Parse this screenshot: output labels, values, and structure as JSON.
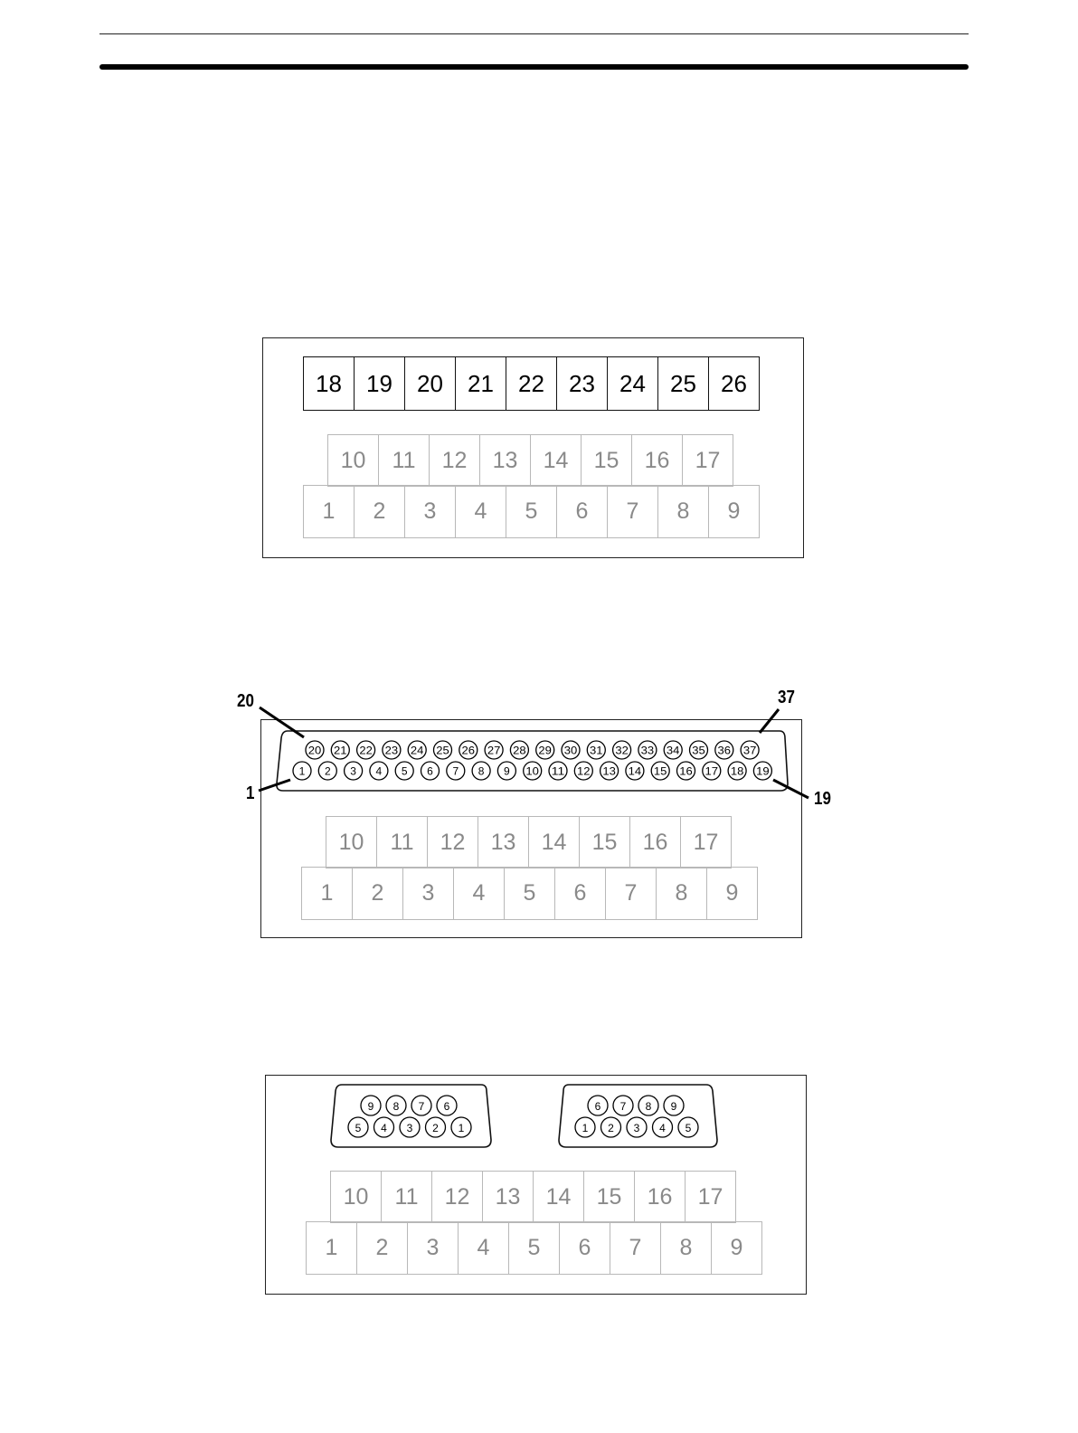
{
  "panel1": {
    "numbers": [
      "18",
      "19",
      "20",
      "21",
      "22",
      "23",
      "24",
      "25",
      "26"
    ],
    "top_row": [
      "10",
      "11",
      "12",
      "13",
      "14",
      "15",
      "16",
      "17"
    ],
    "bottom_row": [
      "1",
      "2",
      "3",
      "4",
      "5",
      "6",
      "7",
      "8",
      "9"
    ]
  },
  "panel2": {
    "connector": {
      "upper_pins": [
        "20",
        "21",
        "22",
        "23",
        "24",
        "25",
        "26",
        "27",
        "28",
        "29",
        "30",
        "31",
        "32",
        "33",
        "34",
        "35",
        "36",
        "37"
      ],
      "lower_pins": [
        "1",
        "2",
        "3",
        "4",
        "5",
        "6",
        "7",
        "8",
        "9",
        "10",
        "11",
        "12",
        "13",
        "14",
        "15",
        "16",
        "17",
        "18",
        "19"
      ],
      "callouts": {
        "top_left": "20",
        "top_right": "37",
        "bottom_left": "1",
        "bottom_right": "19"
      }
    },
    "top_row": [
      "10",
      "11",
      "12",
      "13",
      "14",
      "15",
      "16",
      "17"
    ],
    "bottom_row": [
      "1",
      "2",
      "3",
      "4",
      "5",
      "6",
      "7",
      "8",
      "9"
    ]
  },
  "panel3": {
    "left_connector": {
      "upper_pins": [
        "9",
        "8",
        "7",
        "6"
      ],
      "lower_pins": [
        "5",
        "4",
        "3",
        "2",
        "1"
      ]
    },
    "right_connector": {
      "upper_pins": [
        "6",
        "7",
        "8",
        "9"
      ],
      "lower_pins": [
        "1",
        "2",
        "3",
        "4",
        "5"
      ]
    },
    "top_row": [
      "10",
      "11",
      "12",
      "13",
      "14",
      "15",
      "16",
      "17"
    ],
    "bottom_row": [
      "1",
      "2",
      "3",
      "4",
      "5",
      "6",
      "7",
      "8",
      "9"
    ]
  }
}
